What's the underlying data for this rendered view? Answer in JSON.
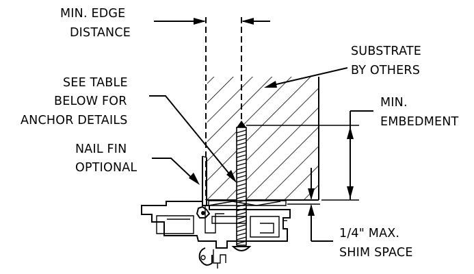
{
  "labels": {
    "min_edge_distance": [
      "MIN. EDGE",
      "DISTANCE"
    ],
    "substrate": [
      "SUBSTRATE",
      "BY OTHERS"
    ],
    "see_table": [
      "SEE TABLE",
      "BELOW FOR",
      "ANCHOR DETAILS"
    ],
    "min_embedment": [
      "MIN.",
      "EMBEDMENT"
    ],
    "nail_fin": [
      "NAIL FIN",
      "OPTIONAL"
    ],
    "shim_space": [
      "1/4\" MAX.",
      "SHIM SPACE"
    ]
  }
}
